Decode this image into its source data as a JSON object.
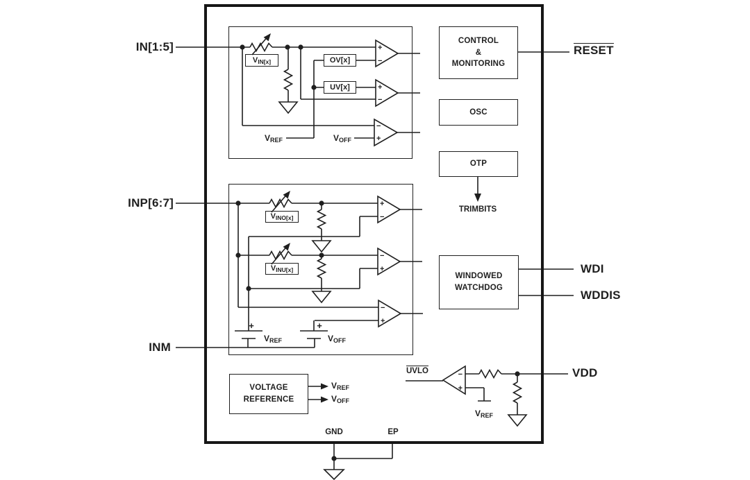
{
  "diagram": {
    "pins": {
      "in": "IN[1:5]",
      "inp": "INP[6:7]",
      "inm": "INM",
      "reset": "RESET",
      "wdi": "WDI",
      "wddis": "WDDIS",
      "vdd": "VDD",
      "gnd": "GND",
      "ep": "EP"
    },
    "blocks": {
      "control_monitoring": [
        "CONTROL",
        "&",
        "MONITORING"
      ],
      "osc": "OSC",
      "otp": "OTP",
      "trimbits": "TRIMBITS",
      "windowed_watchdog": [
        "WINDOWED",
        "WATCHDOG"
      ],
      "voltage_reference": [
        "VOLTAGE",
        "REFERENCE"
      ],
      "uvlo": "UVLO"
    },
    "threshold_boxes": {
      "vin": {
        "main": "V",
        "sub": "IN[x]"
      },
      "ov": "OV[x]",
      "uv": "UV[x]",
      "vino": {
        "main": "V",
        "sub": "INO[x]"
      },
      "vinu": {
        "main": "V",
        "sub": "INU[x]"
      }
    },
    "rails": {
      "vref": {
        "main": "V",
        "sub": "REF"
      },
      "voff": {
        "main": "V",
        "sub": "OFF"
      }
    },
    "symbols": {
      "plus": "+",
      "minus": "−"
    },
    "colors": {
      "line": "#1f1f1f",
      "background": "#ffffff"
    }
  }
}
